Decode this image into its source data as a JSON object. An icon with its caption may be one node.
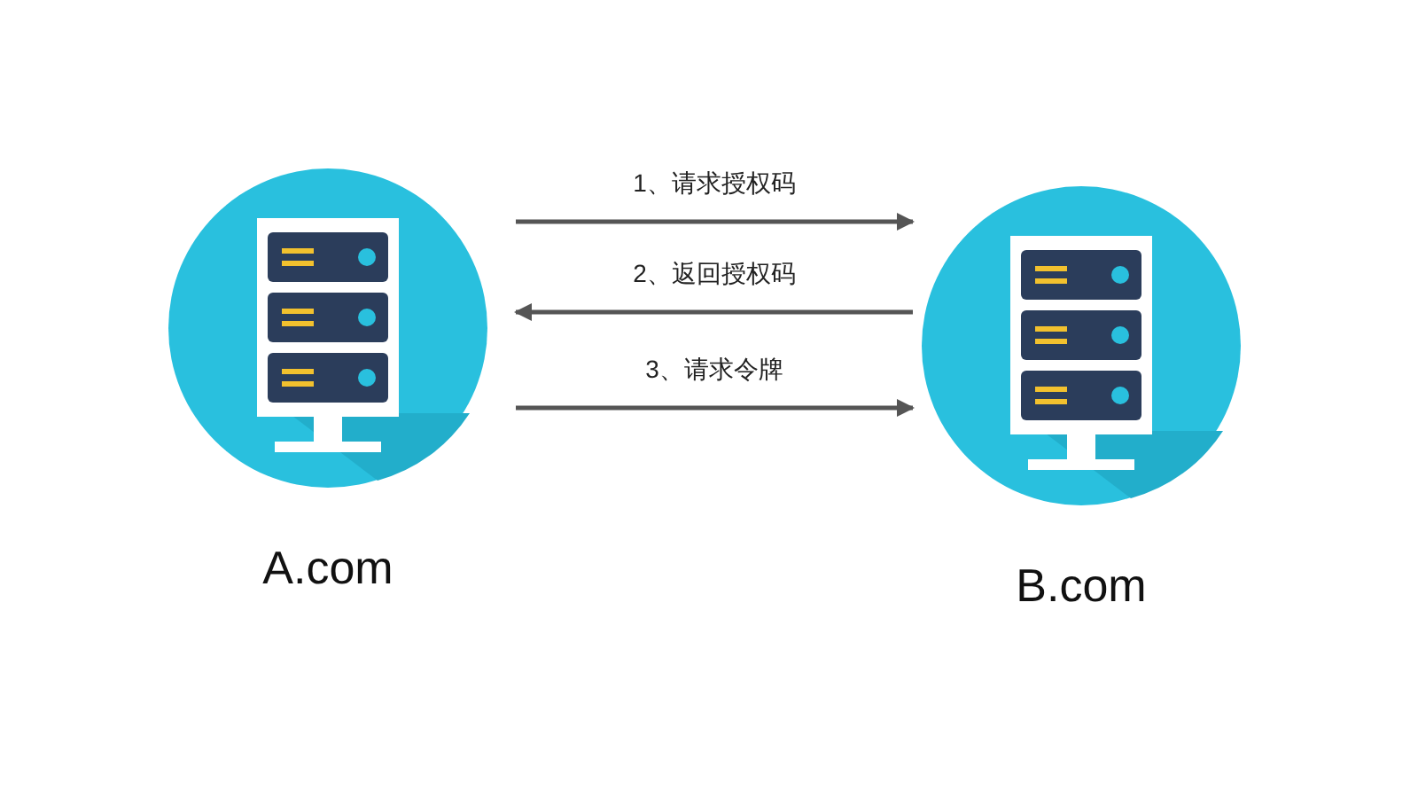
{
  "diagram": {
    "nodes": [
      {
        "text": [
          "A.com"
        ]
      },
      {
        "text": [
          "B.com"
        ]
      }
    ],
    "edges": [
      {
        "from": 0,
        "to": 1,
        "arrow": "to",
        "label": "1、请求授权码"
      },
      {
        "from": 1,
        "to": 0,
        "arrow": "to",
        "label": "2、返回授权码"
      },
      {
        "from": 0,
        "to": 1,
        "arrow": "to",
        "label": "3、请求令牌"
      }
    ]
  }
}
